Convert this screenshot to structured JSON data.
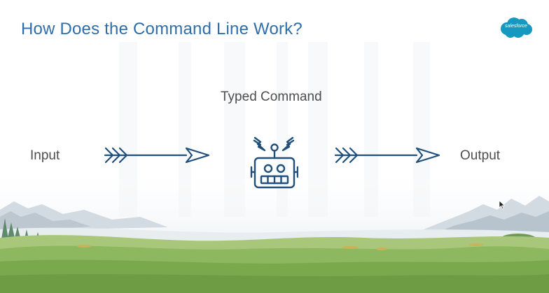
{
  "slide": {
    "title": "How Does the Command Line Work?",
    "logo_text": "salesforce",
    "labels": {
      "typed_command": "Typed Command",
      "input": "Input",
      "output": "Output"
    }
  },
  "icons": {
    "logo": "salesforce-cloud-logo",
    "arrows": "arrow-right-icon",
    "robot": "robot-icon",
    "cursor": "mouse-pointer-icon"
  },
  "colors": {
    "title": "#2f6ea9",
    "brand_cloud": "#1798c1",
    "diagram_stroke": "#1f4f7a",
    "label_text": "#4d4d4d"
  }
}
